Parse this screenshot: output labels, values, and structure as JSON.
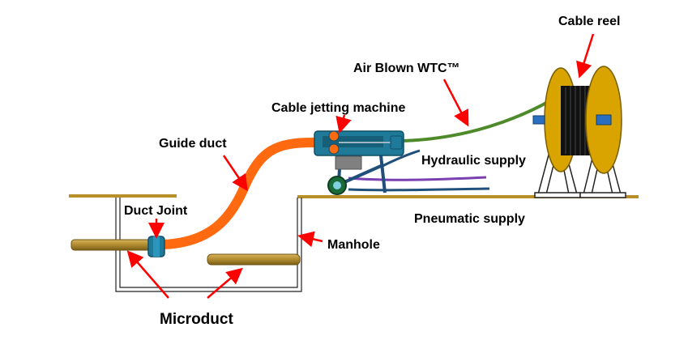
{
  "labels": {
    "cable_reel": "Cable reel",
    "air_blown_wtc": "Air Blown WTC™",
    "cable_jetting_machine": "Cable jetting machine",
    "guide_duct": "Guide duct",
    "hydraulic_supply": "Hydraulic supply",
    "duct_joint": "Duct Joint",
    "pneumatic_supply": "Pneumatic supply",
    "manhole": "Manhole",
    "microduct": "Microduct"
  },
  "colors": {
    "ground": "#b8902a",
    "microduct": "#b08a2e",
    "guide_duct": "#ff6a10",
    "cable": "#4e8a2a",
    "machine": "#1f7a99",
    "reel": "#d9a400",
    "arrow": "#ff0000",
    "hydraulic_line": "#1f4f7a",
    "pneumatic_line": "#7a3fb0"
  }
}
